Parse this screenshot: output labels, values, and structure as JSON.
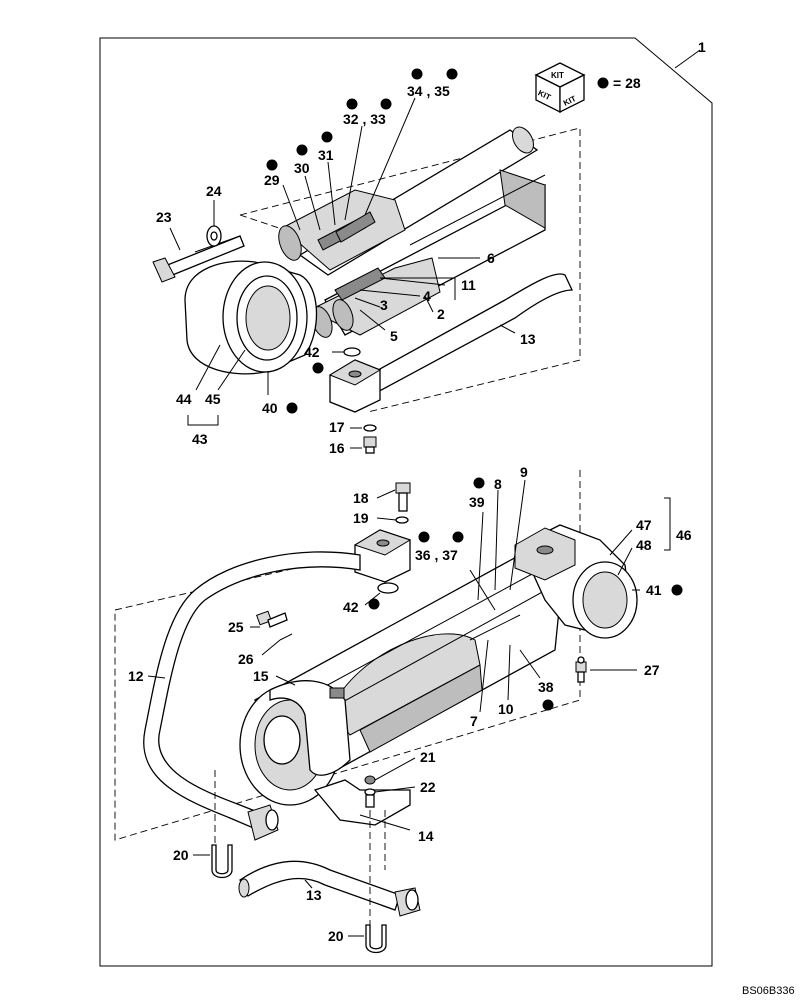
{
  "drawing_code": "BS06B336",
  "kit_icon": {
    "faces": [
      "KIT",
      "KIT",
      "KIT"
    ],
    "legend": "= 28"
  },
  "labels": {
    "assembly": "1",
    "l2": "2",
    "l3": "3",
    "l4": "4",
    "l5": "5",
    "l6": "6",
    "l7": "7",
    "l8": "8",
    "l9": "9",
    "l10": "10",
    "l11": "11",
    "l12": "12",
    "l13a": "13",
    "l13b": "13",
    "l14": "14",
    "l15": "15",
    "l16": "16",
    "l17": "17",
    "l18": "18",
    "l19": "19",
    "l20a": "20",
    "l20b": "20",
    "l21": "21",
    "l22": "22",
    "l23": "23",
    "l24": "24",
    "l25": "25",
    "l26": "26",
    "l27": "27",
    "l29": "29",
    "l30": "30",
    "l31": "31",
    "l32_33": "32 , 33",
    "l34_35": "34 , 35",
    "l36_37": "36 , 37",
    "l38": "38",
    "l39": "39",
    "l40": "40",
    "l41": "41",
    "l42a": "42",
    "l42b": "42",
    "l43": "43",
    "l44": "44",
    "l45": "45",
    "l46": "46",
    "l47": "47",
    "l48": "48"
  }
}
